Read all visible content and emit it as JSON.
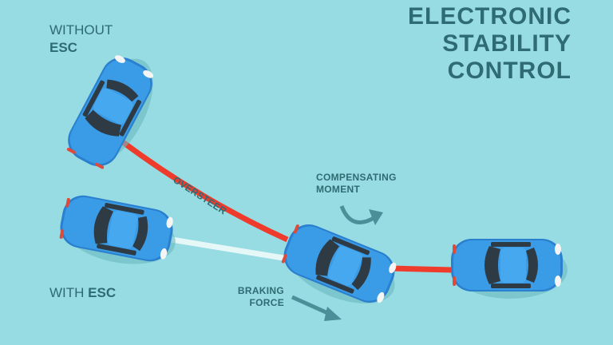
{
  "title": {
    "line1": "ELECTRONIC",
    "line2": "STABILITY",
    "line3": "CONTROL"
  },
  "without_esc": {
    "line1": "WITHOUT",
    "line2": "ESC"
  },
  "with_esc": {
    "prefix": "WITH",
    "emphasis": "ESC"
  },
  "labels": {
    "oversteer": "OVERSTEER",
    "compensating_line1": "COMPENSATING",
    "compensating_line2": "MOMENT",
    "braking_line1": "BRAKING",
    "braking_line2": "FORCE"
  },
  "colors": {
    "background": "#97dce2",
    "car": "#3a9be6",
    "oversteer_path": "#ef3b2c",
    "esc_path": "#e6f7f8",
    "text": "#2f6b73"
  }
}
